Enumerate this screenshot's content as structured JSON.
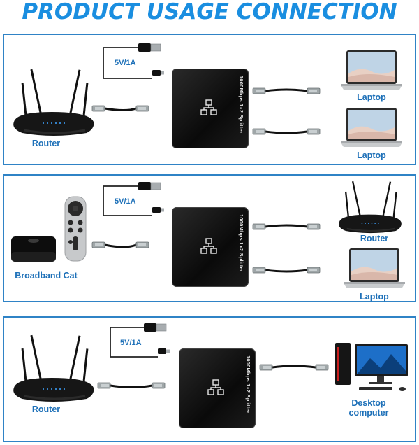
{
  "title": "PRODUCT USAGE CONNECTION",
  "colors": {
    "accent": "#1a8ee0",
    "label": "#1d70b8",
    "border": "#2f83c6"
  },
  "panels": [
    {
      "power_label": "5V/1A",
      "splitter_text": "1000Mbps 1x2 Splitter",
      "source_label": "Router",
      "outputs": [
        "Laptop",
        "Laptop"
      ]
    },
    {
      "power_label": "5V/1A",
      "splitter_text": "1000Mbps 1x2 Splitter",
      "source_label": "Broadband Cat",
      "outputs": [
        "Router",
        "Laptop"
      ]
    },
    {
      "power_label": "5V/1A",
      "splitter_text": "1000Mbps 1x2 Splitter",
      "source_label": "Router",
      "outputs": [
        "Desktop computer"
      ]
    }
  ],
  "icons": [
    "router-icon",
    "laptop-icon",
    "tv-box-icon",
    "remote-icon",
    "desktop-computer-icon",
    "usb-cable-icon",
    "ethernet-cable-icon",
    "ethernet-port-icon"
  ]
}
